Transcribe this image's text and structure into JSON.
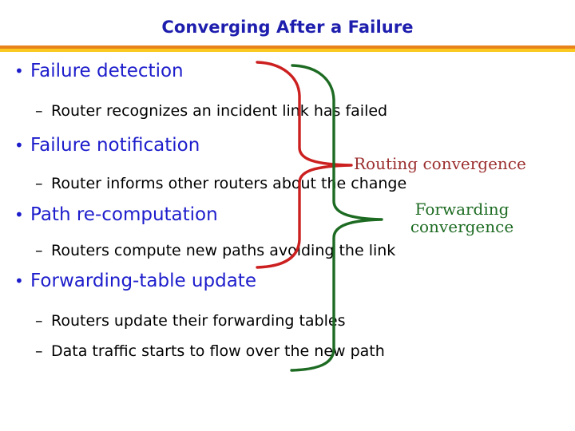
{
  "slide": {
    "title": "Converging After a Failure",
    "background_color": "#ffffff",
    "title_color": "#1e1eae",
    "divider_top_color": "#e8821a",
    "divider_bottom_color": "#fac81e"
  },
  "bullets": [
    {
      "level": 1,
      "text": "Failure detection",
      "marker": "•",
      "color": "#1d1dcc"
    },
    {
      "level": 2,
      "text": "Router recognizes an incident link has failed",
      "marker": "–",
      "color": "#000000"
    },
    {
      "level": 1,
      "text": "Failure notification",
      "marker": "•",
      "color": "#1d1dcc"
    },
    {
      "level": 2,
      "text": "Router informs other routers about the change",
      "marker": "–",
      "color": "#000000"
    },
    {
      "level": 1,
      "text": "Path re-computation",
      "marker": "•",
      "color": "#1d1dcc"
    },
    {
      "level": 2,
      "text": "Routers compute new paths avoiding the link",
      "marker": "–",
      "color": "#000000"
    },
    {
      "level": 1,
      "text": "Forwarding-table update",
      "marker": "•",
      "color": "#1d1dcc"
    },
    {
      "level": 2,
      "text": "Routers update their forwarding tables",
      "marker": "–",
      "color": "#000000"
    },
    {
      "level": 2,
      "text": "Data traffic starts to flow over the new path",
      "marker": "–",
      "color": "#000000"
    }
  ],
  "annotations": {
    "routing": {
      "text": "Routing convergence",
      "color": "#9b2e2e"
    },
    "forwarding": {
      "text": "Forwarding convergence",
      "color": "#1d6b22"
    }
  },
  "braces": {
    "routing_brace_color": "#cc1f1f",
    "forwarding_brace_color": "#1d6b22"
  }
}
